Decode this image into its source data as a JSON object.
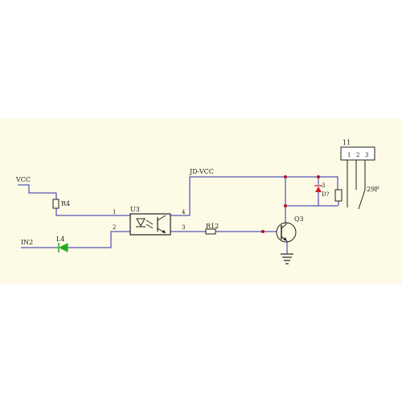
{
  "colors": {
    "background": "#ffffff",
    "panel": "#fdfbe6",
    "wire": "#2b2baa",
    "component": "#222222",
    "junction": "#b0102a",
    "led": "#22aa22",
    "diode_fill": "#d21a2a"
  },
  "labels": {
    "vcc": "VCC",
    "r4": "R4",
    "u3": "U3",
    "pin1": "1",
    "pin2": "2",
    "pin3": "3",
    "pin4": "4",
    "in2": "IN2",
    "l4": "L4",
    "jd_vcc": "JD-VCC",
    "r12": "R12",
    "q3": "Q3",
    "d": "D?",
    "relay_num": "11",
    "relay_pins": [
      "1",
      "2",
      "3"
    ],
    "relay_pin_label": "3",
    "relay_name": "29F"
  }
}
